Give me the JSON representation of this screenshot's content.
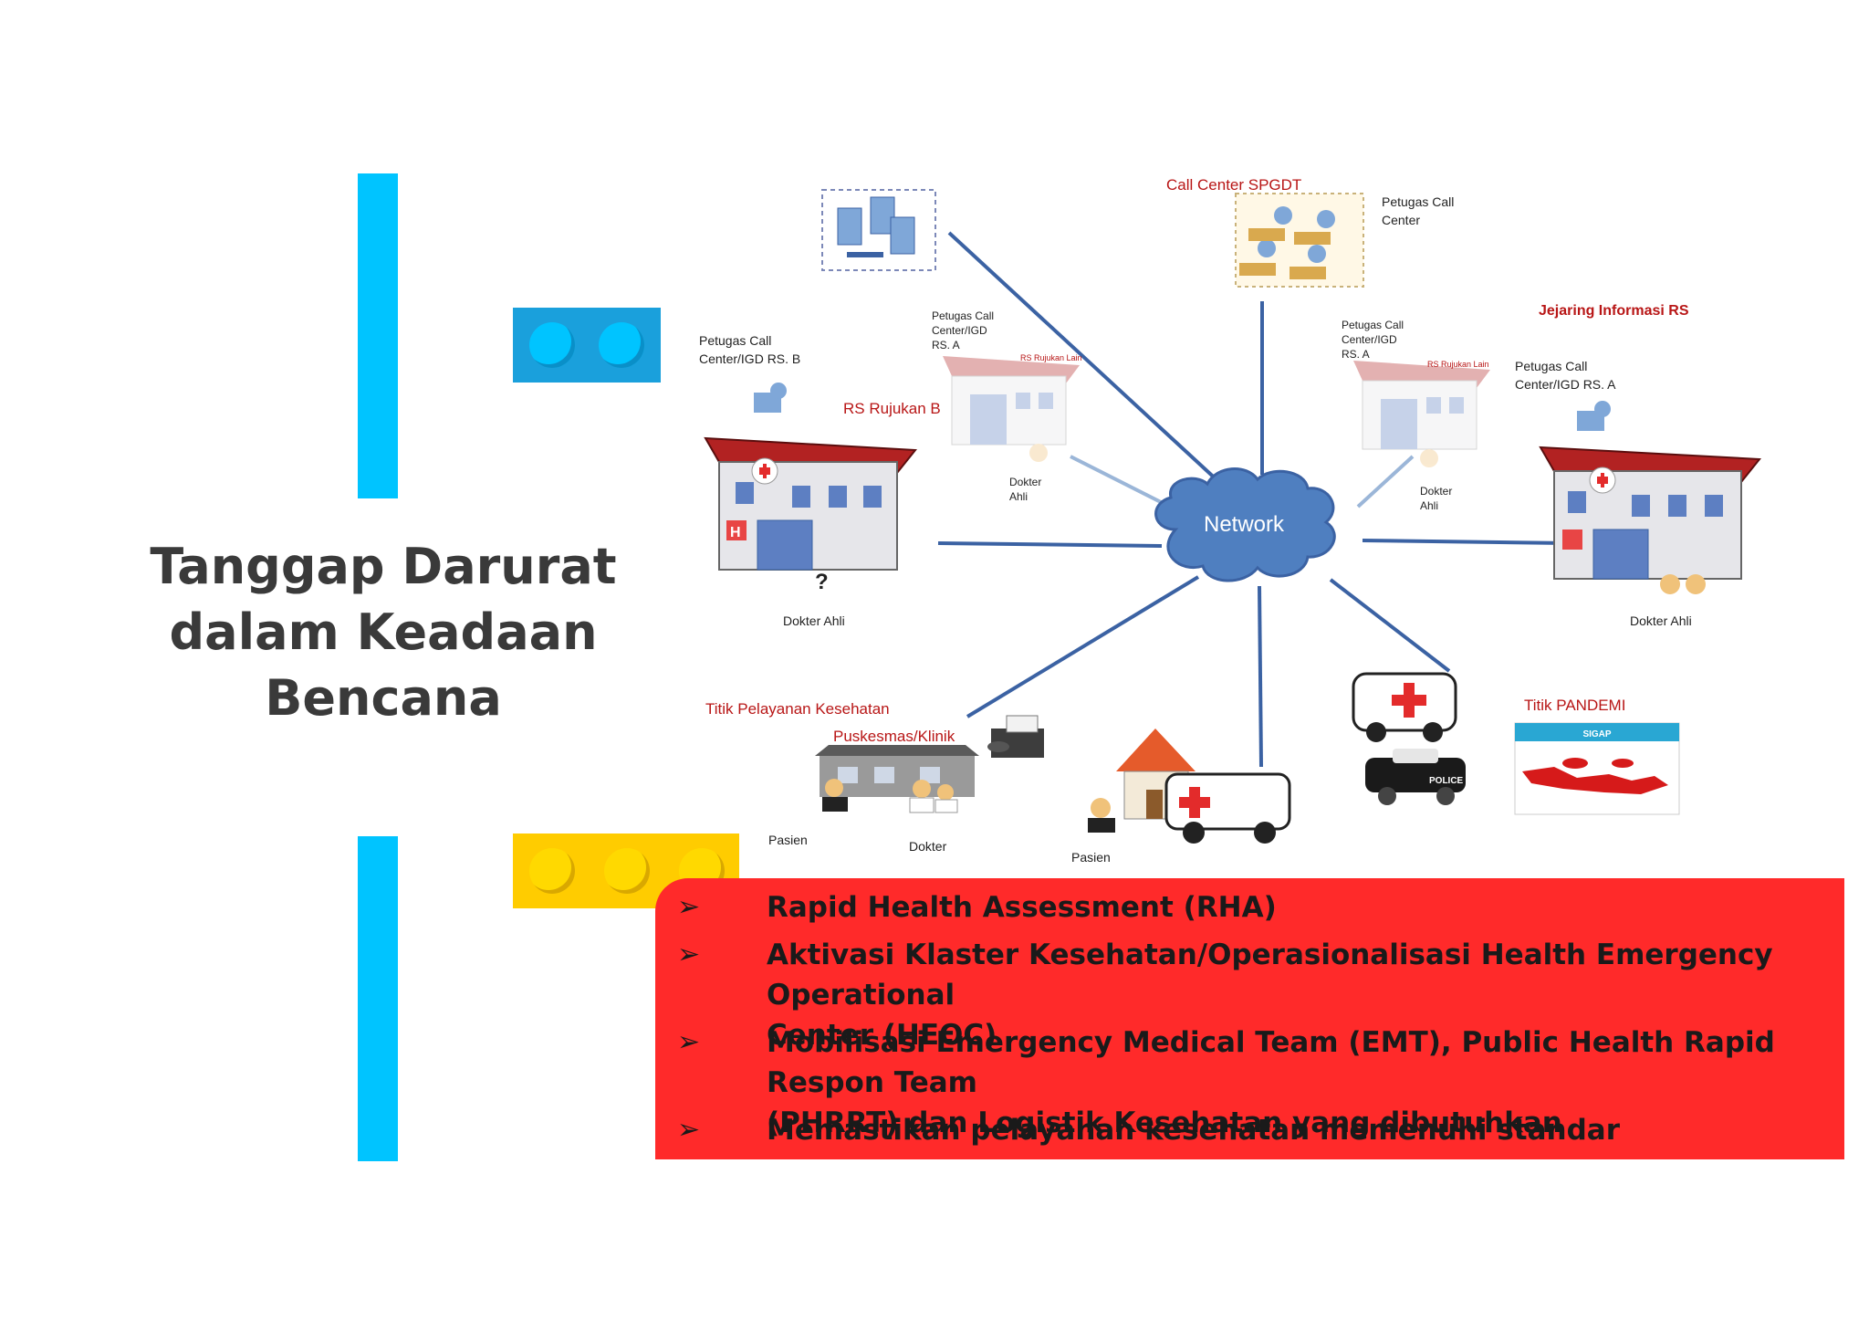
{
  "slide": {
    "title_lines": [
      "Tanggap Darurat",
      "dalam Keadaan",
      "Bencana"
    ]
  },
  "colors": {
    "accent_blue": "#00c4ff",
    "lego_blue": "#1aa0dc",
    "lego_yellow": "#ffcc00",
    "panel_red": "#ff2a2a",
    "label_red": "#b81616",
    "network_cloud": "#4f7fc0",
    "line_blue": "#3b62a3"
  },
  "diagram": {
    "network_label": "Network",
    "call_center_label": "Call Center SPGDT",
    "call_center_staff": [
      "Petugas Call",
      "Center"
    ],
    "jejaring_label": "Jejaring Informasi RS",
    "rs_b_staff": [
      "Petugas Call",
      "Center/IGD RS. B"
    ],
    "rs_rujukan_b": "RS Rujukan B",
    "rs_a_small_staff_left": [
      "Petugas Call",
      "Center/IGD",
      "RS. A"
    ],
    "rs_a_small_staff_right": [
      "Petugas Call",
      "Center/IGD",
      "RS. A"
    ],
    "rs_rujukan_lain_left": "RS Rujukan Lain",
    "rs_rujukan_lain_right": "RS Rujukan Lain",
    "dokter_ahli_small_left": [
      "Dokter",
      "Ahli"
    ],
    "dokter_ahli_small_right": [
      "Dokter",
      "Ahli"
    ],
    "rs_a_staff": [
      "Petugas Call",
      "Center/IGD RS. A"
    ],
    "question_mark": "?",
    "dokter_ahli_left": "Dokter Ahli",
    "dokter_ahli_right": "Dokter Ahli",
    "titik_pelayanan": "Titik Pelayanan Kesehatan",
    "puskesmas": "Puskesmas/Klinik",
    "pasien_1": "Pasien",
    "dokter": "Dokter",
    "pasien_2": "Pasien",
    "titik_pandemi": "Titik PANDEMI",
    "sigap_label": "SIGAP",
    "police_label": "POLICE",
    "hospital_mark": "H"
  },
  "bullets": {
    "marker": "➢",
    "items": [
      [
        "Rapid Health Assessment (RHA)"
      ],
      [
        "Aktivasi Klaster Kesehatan/Operasionalisasi Health Emergency Operational",
        "Center (HEOC)"
      ],
      [
        "Mobilisasi Emergency Medical Team (EMT), Public Health Rapid Respon Team",
        "(PHRRT) dan Logistik Kesehatan yang dibutuhkan"
      ],
      [
        "Memastikan pelayanan kesehatan memenuhi standar"
      ]
    ]
  }
}
